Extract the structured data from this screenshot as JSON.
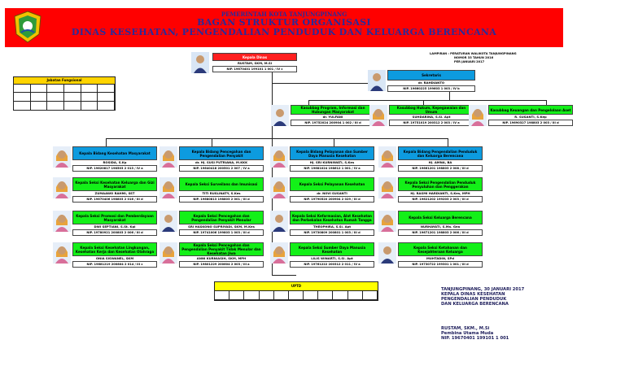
{
  "header": {
    "line1": "PEMERINTAH KOTA TANJUNGPINANG",
    "line2": "BAGAN STRUKTUR ORGANISASI",
    "line3": "DINAS KESEHATAN, PENGENDALIAN PENDUDUK DAN KELUARGA BERENCANA"
  },
  "reference": {
    "line1": "LAMPIRAN   :  PERATURAN WALIKOTA TANJUNGPINANG",
    "line2": "NOMOR 33 TAHUN 2016",
    "line3": "PER JANUARI 2017"
  },
  "jabatan_fungsional": {
    "title": "Jabatan Fungsional"
  },
  "uptd": {
    "title": "UPTD"
  },
  "kepala_dinas": {
    "title": "Kepala Dinas",
    "name": "RUSTAM, SKM, M.Si",
    "nip": "NIP. 19670401 199101 1 001 / IV c"
  },
  "sekretaris": {
    "title": "Sekretaris",
    "name": "dr. RAHDIANTO",
    "nip": "NIP. 19660225 199603 1 003 / IV b"
  },
  "subbag": [
    {
      "title": "Kasubbag Program, Informasi dan Hubungan Masyarakat",
      "name": "dr. YULFANI",
      "nip": "NIP. 19752024 200904 1 002 / III d"
    },
    {
      "title": "Kasubbag Hukum, Kepegawaian dan Umum",
      "name": "SUHDARINA, S.Si. Apt",
      "nip": "NIP. 19751019 200312 2 003 / IV a"
    },
    {
      "title": "Kasubbag Keuangan dan Pengelolaan Aset",
      "name": "R. SUSANTI, S.Kep",
      "nip": "NIP. 19690327 198803 2 003 / III d"
    }
  ],
  "bidang": [
    {
      "head": {
        "title": "Kepala Bidang Kesehatan Masyarakat",
        "name": "ROSIDA, S.Kp",
        "nip": "NIP. 19620817 198503 2 013 / IV a"
      },
      "seksi": [
        {
          "title": "Kepala Seksi Kesehatan Keluarga dan Gizi Masyarakat",
          "name": "ZUMAAWO RAHMI, SST",
          "nip": "NIP. 19670406 198803 2 016 / III d"
        },
        {
          "title": "Kepala Seksi Promosi dan Pemberdayaan Masyarakat",
          "name": "DWI SEPTIANI, S.St. Kpl",
          "nip": "NIP. 19780921 200803 2 006 / III d"
        },
        {
          "title": "Kepala Seksi Kesehatan Lingkungan, Kesehatan Kerja dan Kesehatan Olahraga",
          "name": "ONIA SISWANEL, SKM",
          "nip": "NIP. 19681219 200804 2 014 / III c"
        }
      ]
    },
    {
      "head": {
        "title": "Kepala Bidang Pencegahan dan Pengendalian Penyakit",
        "name": "dr. Hj. SUSI PUTRIANA, M.KKK",
        "nip": "NIP. 19640418 200501 2 007 / IV a"
      },
      "seksi": [
        {
          "title": "Kepala Seksi Surveilans dan Imunisasi",
          "name": "TITI RUSLINATY, S.Kes",
          "nip": "NIP. 19680813 198803 2 001 / III d"
        },
        {
          "title": "Kepala Seksi Pencegahan dan Pengendalian Penyakit Menular",
          "name": "SRI HASKONO SUPRIYADI, SKM, M.Kes",
          "nip": "NIP. 19741006 199803 1 003 / III d"
        },
        {
          "title": "Kepala Seksi Pencegahan dan Pengendalian Penyakit Tidak Menular dan Kesehatan Jiwa",
          "name": "ANNI KURNIASIH, SKM, MPH",
          "nip": "NIP. 19801229 200604 2 003 / III a"
        }
      ]
    },
    {
      "head": {
        "title": "Kepala Bidang Pelayanan dan Sumber Daya Manusia Kesehatan",
        "name": "Hj. SRI KURNIWATI, S.Kes",
        "nip": "NIP. 19681024 198612 1 001 / IV a"
      },
      "seksi": [
        {
          "title": "Kepala Seksi Pelayanan Kesehatan",
          "name": "dr. NOVI SUSANTI",
          "nip": "NIP. 19790520 200904 2 029 / III d"
        },
        {
          "title": "Kepala Seksi Kefarmasian, Alat Kesehatan dan Perbekalan Kesehatan Rumah Tangga",
          "name": "THEOPHIRA, S.Si. Apt",
          "nip": "NIP. 19730809 200801 1 003 / III d"
        },
        {
          "title": "Kepala Seksi Sumber Daya Manusia Kesehatan",
          "name": "LILIS WINARTI, S.Si. Apt",
          "nip": "NIP. 19761222 200312 2 011 / IV a"
        }
      ]
    },
    {
      "head": {
        "title": "Kepala Bidang Pengendalian Penduduk dan Keluarga Berencana",
        "name": "Hj. AMNA, BA",
        "nip": "NIP. 19661201 198803 2 008 / III d"
      },
      "seksi": [
        {
          "title": "Kepala Seksi Pengendalian Penduduk Penyuluhan dan Penggerakan",
          "name": "Hj. RASMI HARDIANTI, S.Kes, MPH",
          "nip": "NIP. 19621202 199203 2 003 / III d"
        },
        {
          "title": "Kepala Seksi Keluarga Berencana",
          "name": "NURHAYATI, S.Ma. Gea",
          "nip": "NIP. 19671201 198803 2 006 / III d"
        },
        {
          "title": "Kepala Seksi Ketahanan dan Kesejahteraan Keluarga",
          "name": "MUHTADIN, SPd",
          "nip": "NIP. 19730722 199301 1 001 / III d"
        }
      ]
    }
  ],
  "signature": {
    "place_date": "TANJUNGPINANG, 30 JANUARI 2017",
    "role1": "KEPALA DINAS KESEHATAN",
    "role2": "PENGENDALIAN PENDUDUK",
    "role3": "DAN KELUARGA BERENCANA",
    "name": "RUSTAM, SKM., M.Si",
    "rank": "Pembina Utama Muda",
    "nip": "NIP. 19670401 199101 1 001"
  }
}
